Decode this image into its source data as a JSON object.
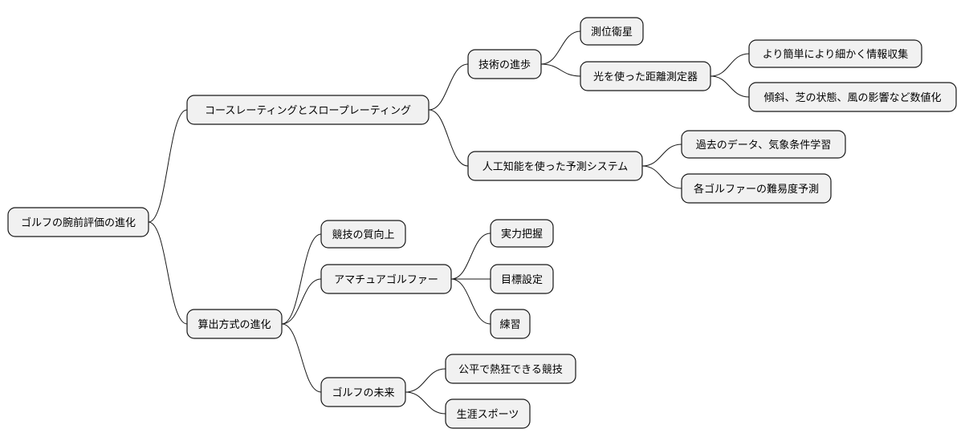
{
  "root": {
    "id": "root",
    "label": "ゴルフの腕前評価の進化",
    "children": [
      {
        "id": "course-rating",
        "label": "コースレーティングとスロープレーティング",
        "children": [
          {
            "id": "tech-progress",
            "label": "技術の進歩",
            "children": [
              {
                "id": "satellite",
                "label": "測位衛星",
                "children": []
              },
              {
                "id": "laser",
                "label": "光を使った距離測定器",
                "children": [
                  {
                    "id": "simpler",
                    "label": "より簡単により細かく情報収集",
                    "children": []
                  },
                  {
                    "id": "slope-digitize",
                    "label": "傾斜、芝の状態、風の影響など数値化",
                    "children": []
                  }
                ]
              }
            ]
          },
          {
            "id": "ai-system",
            "label": "人工知能を使った予測システム",
            "children": [
              {
                "id": "past-data",
                "label": "過去のデータ、気象条件学習",
                "children": []
              },
              {
                "id": "difficulty",
                "label": "各ゴルファーの難易度予測",
                "children": []
              }
            ]
          }
        ]
      },
      {
        "id": "calc-evolution",
        "label": "算出方式の進化",
        "children": [
          {
            "id": "competition-quality",
            "label": "競技の質向上",
            "children": []
          },
          {
            "id": "amateur",
            "label": "アマチュアゴルファー",
            "children": [
              {
                "id": "ability",
                "label": "実力把握",
                "children": []
              },
              {
                "id": "goal",
                "label": "目標設定",
                "children": []
              },
              {
                "id": "practice",
                "label": "練習",
                "children": []
              }
            ]
          },
          {
            "id": "future",
            "label": "ゴルフの未来",
            "children": [
              {
                "id": "fair",
                "label": "公平で熱狂できる競技",
                "children": []
              },
              {
                "id": "lifelong",
                "label": "生涯スポーツ",
                "children": []
              }
            ]
          }
        ]
      }
    ]
  }
}
